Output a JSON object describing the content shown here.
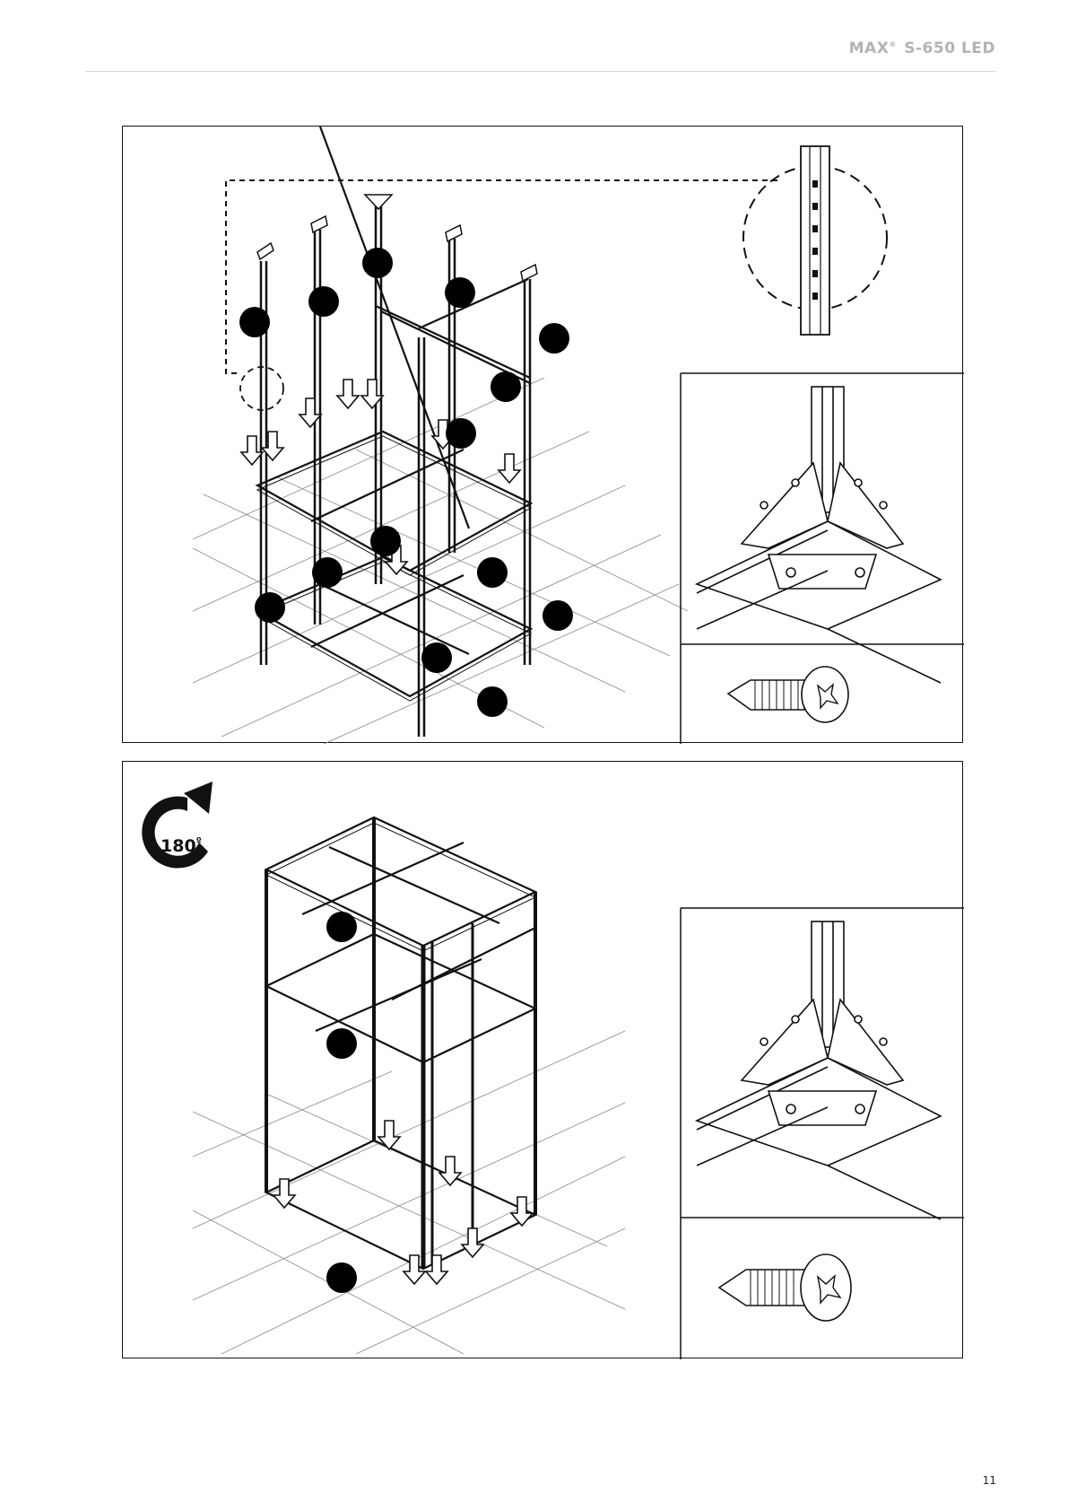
{
  "header": {
    "brand": "MAX",
    "trademark": "®",
    "model": "S-650 LED"
  },
  "rotation_badge": {
    "value": "180",
    "unit": "º",
    "icon": "rotate-clockwise-icon"
  },
  "page_number": "11",
  "colors": {
    "header_text": "#b3b3b3",
    "line": "#111111",
    "callout": "#000000"
  }
}
